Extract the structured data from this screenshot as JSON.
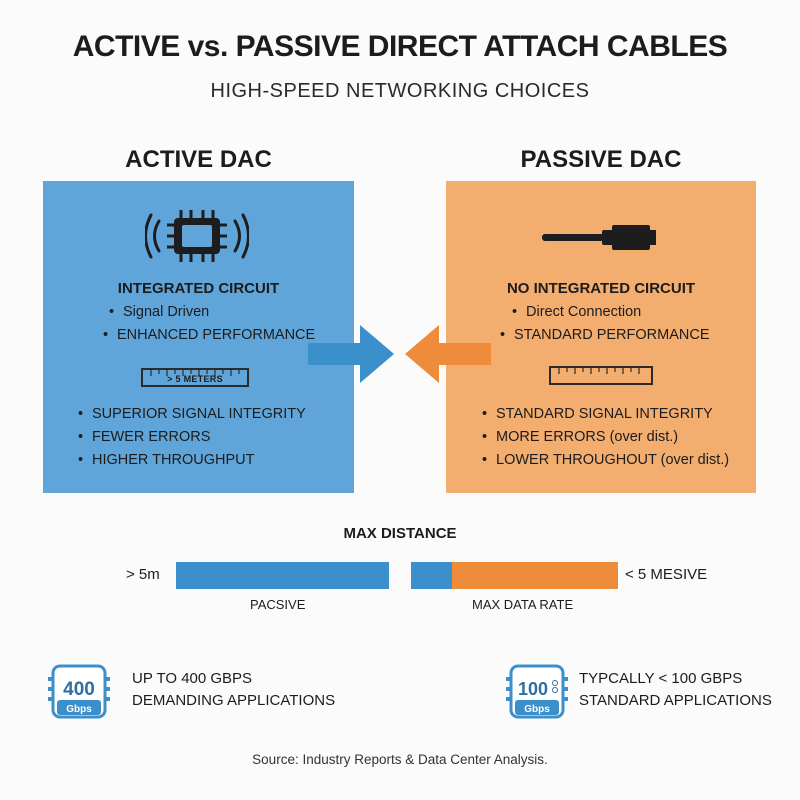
{
  "header": {
    "title": "ACTIVE vs. PASSIVE DIRECT ATTACH CABLES",
    "subtitle": "HIGH-SPEED NETWORKING CHOICES"
  },
  "colors": {
    "active": "#60a5da",
    "passive": "#f2ad6f",
    "active_bar": "#3b8fca",
    "passive_bar": "#ee8c3c"
  },
  "active": {
    "heading": "ACTIVE DAC",
    "icon": "chip-signal-icon",
    "feature": "INTEGRATED CIRCUIT",
    "points": [
      "Signal Driven",
      "ENHANCED PERFORMANCE"
    ],
    "ruler_label": "> 5 METERS",
    "benefits": [
      "SUPERIOR SIGNAL INTEGRITY",
      "FEWER ERRORS",
      "HIGHER THROUGHPUT"
    ]
  },
  "passive": {
    "heading": "PASSIVE DAC",
    "icon": "cable-plug-icon",
    "feature": "NO INTEGRATED CIRCUIT",
    "points": [
      "Direct Connection",
      "STANDARD PERFORMANCE"
    ],
    "benefits": [
      "STANDARD SIGNAL INTEGRITY",
      "MORE ERRORS (over dist.)",
      "LOWER THROUGHOUT (over dist.)"
    ]
  },
  "distance": {
    "title": "MAX DISTANCE",
    "left_label": "> 5m",
    "right_label": "< 5 MESIVE",
    "left_caption": "PACSIVE",
    "right_caption": "MAX DATA RATE"
  },
  "badges": {
    "active": {
      "value": "400",
      "unit": "Gbps",
      "line1": "UP TO 400 GBPS",
      "line2": "DEMANDING APPLICATIONS"
    },
    "passive": {
      "value": "100",
      "unit": "Gbps",
      "line1": "TYPCALLY < 100 GBPS",
      "line2": "STANDARD APPLICATIONS"
    }
  },
  "footer": {
    "source": "Source: Industry Reports & Data Center Analysis."
  }
}
